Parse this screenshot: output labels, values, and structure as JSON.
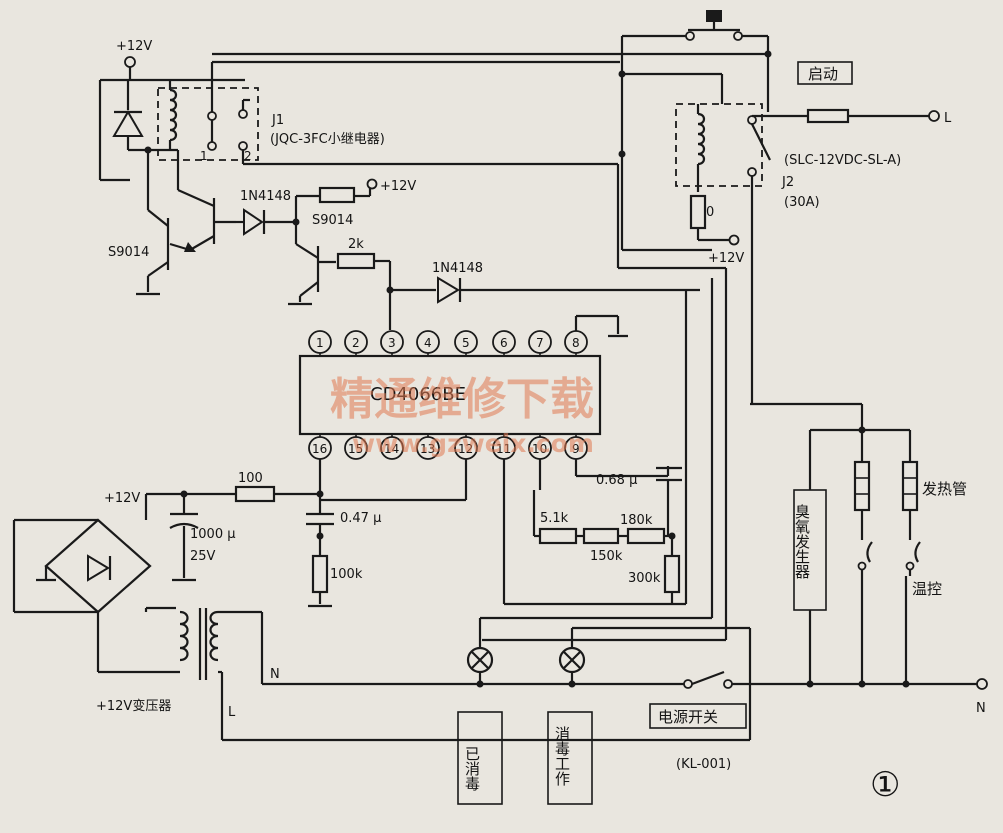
{
  "labels": {
    "vcc_top": "+12V",
    "j1_name": "J1",
    "j1_model": "(JQC-3FC小继电器)",
    "j1_pin1": "1",
    "j1_pin2": "2",
    "d_1n4148_a": "1N4148",
    "vcc_mid": "+12V",
    "s9014_a": "S9014",
    "s9014_b": "S9014",
    "r_2k": "2k",
    "d_1n4148_b": "1N4148",
    "start": "启动",
    "line_L": "L",
    "j2_model": "(SLC-12VDC-SL-A)",
    "j2_name": "J2",
    "j2_rating": "(30A)",
    "j2_coil_res": "0",
    "vcc_j2": "+12V",
    "ic_name": "CD4066BE",
    "pins_top": [
      "1",
      "2",
      "3",
      "4",
      "5",
      "6",
      "7",
      "8"
    ],
    "pins_bottom": [
      "16",
      "15",
      "14",
      "13",
      "12",
      "11",
      "10",
      "9"
    ],
    "cap_068": "0.68 μ",
    "vcc_psu": "+12V",
    "r_100": "100",
    "cap_1000": "1000 μ",
    "cap_25v": "25V",
    "cap_047": "0.47 μ",
    "r_100k": "100k",
    "r_51k": "5.1k",
    "r_180k": "180k",
    "r_150k": "150k",
    "r_300k": "300k",
    "ozone": "臭氧发生器",
    "heater": "发热管",
    "thermo": "温控",
    "transformer": "+12V变压器",
    "tr_N": "N",
    "tr_L": "L",
    "power_switch": "电源开关",
    "switch_model": "(KL-001)",
    "line_N": "N",
    "lamp_done": "已消毒",
    "lamp_work": "消毒工作",
    "fig_no": "①"
  },
  "watermark": {
    "line1": "精通维修下载",
    "line2": "www.gzweix.com"
  }
}
